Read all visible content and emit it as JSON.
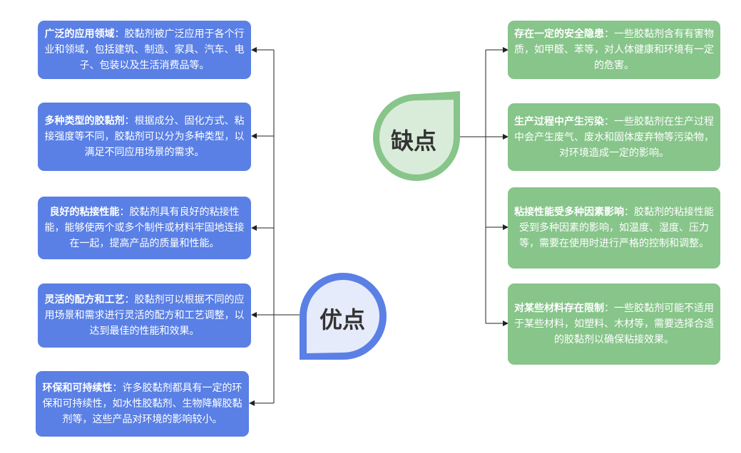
{
  "advantages": {
    "hub": "优点",
    "color": "#5a80e6",
    "items": [
      {
        "title": "广泛的应用领域",
        "text": "：胶黏剂被广泛应用于各个行业和领域，包括建筑、制造、家具、汽车、电子、包装以及生活消费品等。"
      },
      {
        "title": "多种类型的胶黏剂",
        "text": "：根据成分、固化方式、粘接强度等不同，胶黏剂可以分为多种类型，以满足不同应用场景的需求。"
      },
      {
        "title": "良好的粘接性能",
        "text": "：胶黏剂具有良好的粘接性能，能够使两个或多个制件或材料牢固地连接在一起，提高产品的质量和性能。"
      },
      {
        "title": "灵活的配方和工艺",
        "text": "：胶黏剂可以根据不同的应用场景和需求进行灵活的配方和工艺调整，以达到最佳的性能和效果。"
      },
      {
        "title": "环保和可持续性",
        "text": "：许多胶黏剂都具有一定的环保和可持续性，如水性胶黏剂、生物降解胶黏剂等，这些产品对环境的影响较小。"
      }
    ]
  },
  "disadvantages": {
    "hub": "缺点",
    "color": "#87c58a",
    "items": [
      {
        "title": "存在一定的安全隐患",
        "text": "：一些胶黏剂含有有害物质，如甲醛、苯等，对人体健康和环境有一定的危害。"
      },
      {
        "title": "生产过程中产生污染",
        "text": "：一些胶黏剂在生产过程中会产生废气、废水和固体废弃物等污染物，对环境造成一定的影响。"
      },
      {
        "title": "粘接性能受多种因素影响",
        "text": "：胶黏剂的粘接性能受到多种因素的影响，如温度、湿度、压力等，需要在使用时进行严格的控制和调整。"
      },
      {
        "title": "对某些材料存在限制",
        "text": "：一些胶黏剂可能不适用于某些材料，如塑料、木材等，需要选择合适的胶黏剂以确保粘接效果。"
      }
    ]
  }
}
